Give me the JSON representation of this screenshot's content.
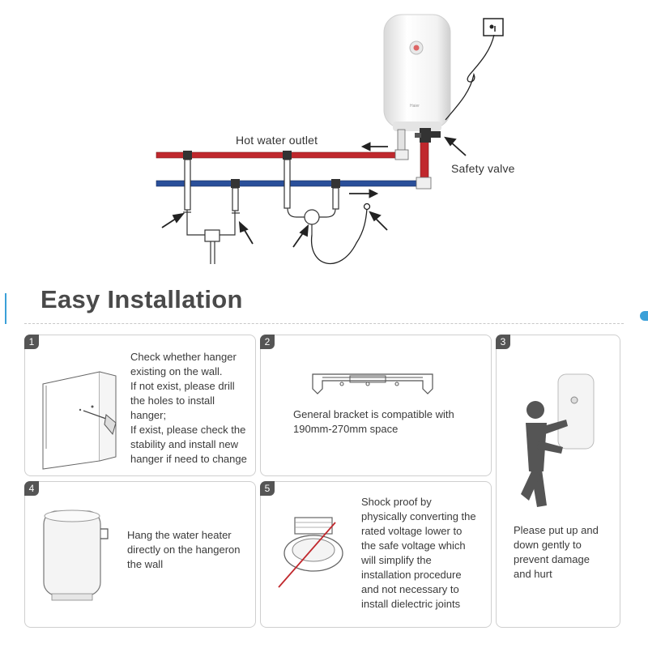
{
  "diagram": {
    "hot_water_outlet_label": "Hot water outlet",
    "safety_valve_label": "Safety valve",
    "brand_mark": "Haier",
    "hot_pipe_color": "#c0282d",
    "cold_pipe_color": "#2a4f9a"
  },
  "section": {
    "title": "Easy Installation",
    "accent_color": "#3ba0d8"
  },
  "steps": [
    {
      "number": "1",
      "text": "Check whether hanger\nexisting on the wall.\nIf not exist, please drill\nthe holes to install\nhanger;\nIf exist, please check the\nstability and install new\nhanger if need to change"
    },
    {
      "number": "2",
      "text": "General bracket is compatible with\n190mm-270mm space"
    },
    {
      "number": "3",
      "text": "Please put up and\ndown gently to\nprevent damage\nand hurt"
    },
    {
      "number": "4",
      "text": "Hang the water heater\ndirectly on the hangeron\nthe wall"
    },
    {
      "number": "5",
      "text": "Shock proof by\nphysically converting the\nrated voltage lower to\nthe safe voltage which\nwill simplify the\ninstallation procedure\nand not necessary to\ninstall dielectric joints"
    }
  ]
}
